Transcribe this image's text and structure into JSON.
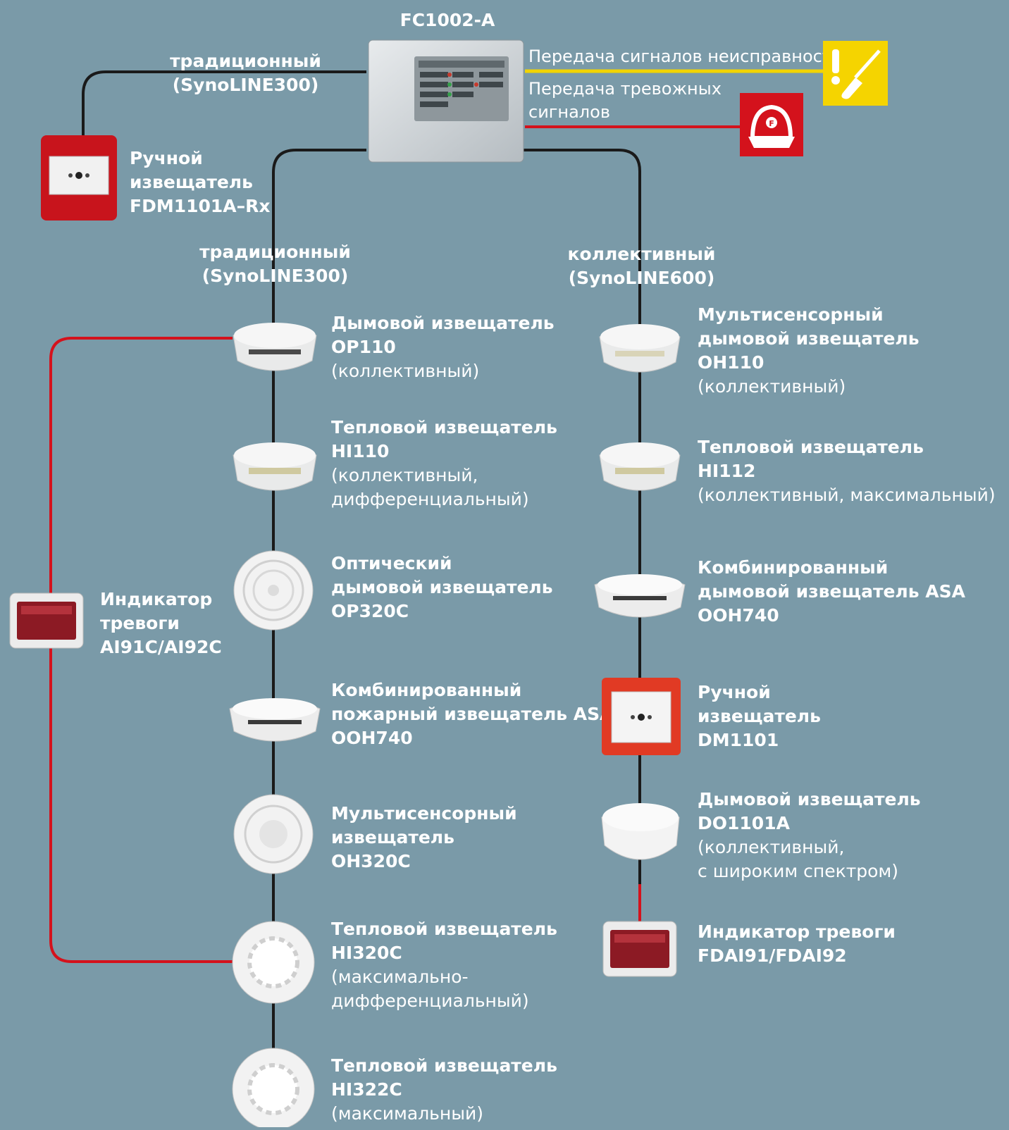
{
  "panel": {
    "title": "FC1002-A"
  },
  "cables": {
    "top_left": [
      "традиционный",
      "(SynoLINE300)"
    ],
    "left_loop": [
      "традиционный",
      "(SynoLINE300)"
    ],
    "right_loop": [
      "коллективный",
      "(SynoLINE600)"
    ]
  },
  "signals": {
    "fault": "Передача сигналов неисправности",
    "alarm": [
      "Передача тревожных",
      "сигналов"
    ]
  },
  "manual_top": [
    "Ручной",
    "извещатель",
    "FDM1101A–Rx"
  ],
  "indicator_left": [
    "Индикатор",
    "тревоги",
    "AI91C/AI92C"
  ],
  "left_devices": [
    {
      "bold": [
        "Дымовой извещатель",
        "OP110"
      ],
      "sub": [
        "(коллективный)"
      ]
    },
    {
      "bold": [
        "Тепловой извещатель",
        "HI110"
      ],
      "sub": [
        "(коллективный,",
        "дифференциальный)"
      ]
    },
    {
      "bold": [
        "Оптический",
        "дымовой извещатель",
        "OP320C"
      ],
      "sub": []
    },
    {
      "bold": [
        "Комбинированный",
        "пожарный извещатель ASA",
        "OOH740"
      ],
      "sub": []
    },
    {
      "bold": [
        "Мультисенсорный",
        "извещатель",
        "OH320C"
      ],
      "sub": []
    },
    {
      "bold": [
        "Тепловой извещатель",
        "HI320C"
      ],
      "sub": [
        "(максимально-",
        "дифференциальный)"
      ]
    },
    {
      "bold": [
        "Тепловой извещатель",
        "HI322C"
      ],
      "sub": [
        "(максимальный)"
      ]
    }
  ],
  "right_devices": [
    {
      "bold": [
        "Мультисенсорный",
        "дымовой извещатель",
        "OH110"
      ],
      "sub": [
        "(коллективный)"
      ]
    },
    {
      "bold": [
        "Тепловой извещатель",
        "HI112"
      ],
      "sub": [
        "(коллективный, максимальный)"
      ]
    },
    {
      "bold": [
        "Комбинированный",
        "дымовой извещатель ASA",
        "OOH740"
      ],
      "sub": []
    },
    {
      "bold": [
        "Ручной",
        "извещатель",
        "DM1101"
      ],
      "sub": []
    },
    {
      "bold": [
        "Дымовой извещатель",
        "DO1101A"
      ],
      "sub": [
        "(коллективный,",
        "с широким спектром)"
      ]
    },
    {
      "bold": [
        "Индикатор тревоги",
        "FDAI91/FDAI92"
      ],
      "sub": []
    }
  ],
  "colors": {
    "background": "#7a9aa8",
    "fault_line": "#f2d400",
    "alarm_line": "#d4121c",
    "wire": "#1a1a1a"
  }
}
